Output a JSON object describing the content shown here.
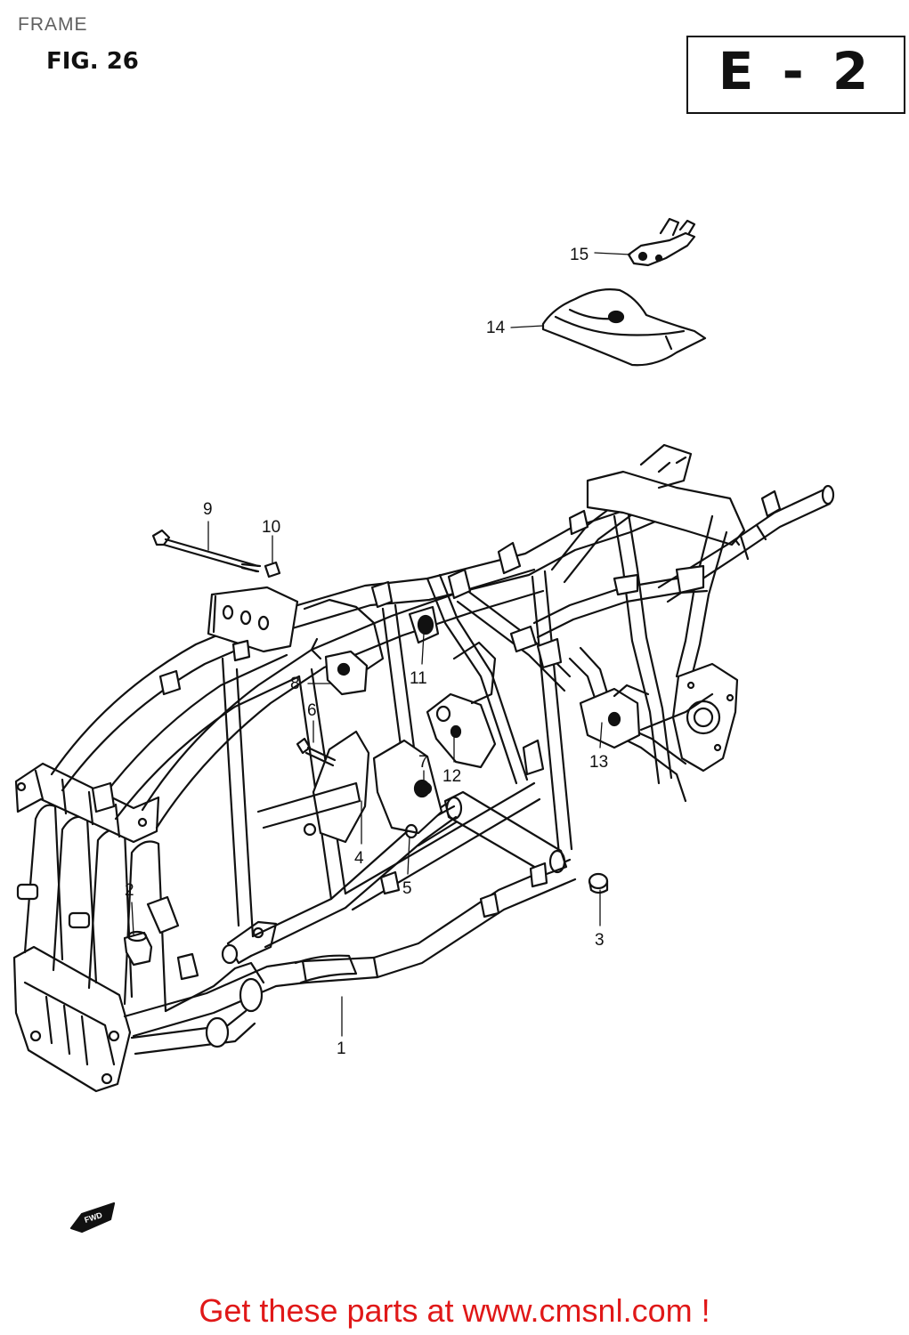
{
  "header": {
    "title": "FRAME",
    "figure": "FIG. 26",
    "section_code": "E - 2"
  },
  "callouts": {
    "c1": "1",
    "c2": "2",
    "c3": "3",
    "c4": "4",
    "c5": "5",
    "c6": "6",
    "c7": "7",
    "c8": "8",
    "c9": "9",
    "c10": "10",
    "c11": "11",
    "c12": "12",
    "c13": "13",
    "c14": "14",
    "c15": "15"
  },
  "fwd_label": "FWD",
  "footer": {
    "text": "Get these parts at www.cmsnl.com !"
  },
  "colors": {
    "line": "#111111",
    "footer": "#e01818",
    "title": "#606060"
  }
}
